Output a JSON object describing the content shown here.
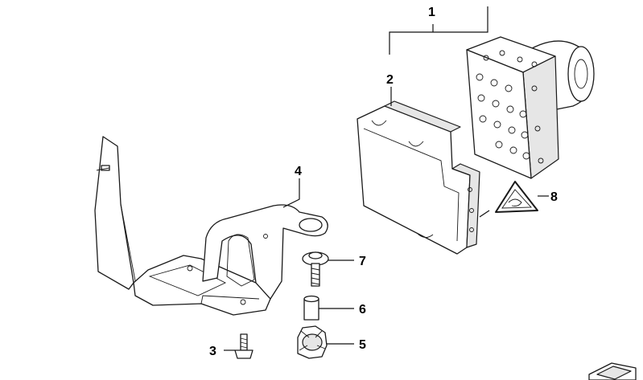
{
  "diagram": {
    "callouts": [
      {
        "id": "1",
        "label": "1"
      },
      {
        "id": "2",
        "label": "2"
      },
      {
        "id": "3",
        "label": "3"
      },
      {
        "id": "4",
        "label": "4"
      },
      {
        "id": "5",
        "label": "5"
      },
      {
        "id": "6",
        "label": "6"
      },
      {
        "id": "7",
        "label": "7"
      },
      {
        "id": "8",
        "label": "8"
      }
    ],
    "colors": {
      "line": "#1a1a1a",
      "fill": "#ffffff",
      "shade": "#e6e6e6"
    }
  }
}
